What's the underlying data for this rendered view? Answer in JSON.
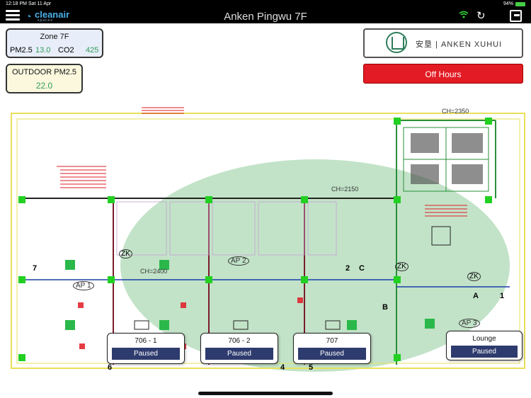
{
  "status_bar": {
    "time": "12:18 PM",
    "date": "Sat 11 Apr",
    "battery": "94%"
  },
  "header": {
    "title": "Anken Pingwu 7F",
    "logo_text": "cleanair",
    "logo_sub": "spaces",
    "icons": {
      "menu": "menu-icon",
      "wifi": "wifi-icon",
      "refresh": "refresh-icon",
      "exit": "exit-icon"
    }
  },
  "zone_card": {
    "name": "Zone 7F",
    "pm25_label": "PM2.5",
    "pm25_value": "13.0",
    "co2_label": "CO2",
    "co2_value": "425"
  },
  "outdoor_card": {
    "label": "OUTDOOR PM2.5",
    "value": "22.0"
  },
  "brand": {
    "text": "安垦 | ANKEN XUHUI"
  },
  "status_button": {
    "label": "Off Hours",
    "color": "#e21b24"
  },
  "floor_plan": {
    "labels": {
      "ch_2350": "CH=2350",
      "ch_2150": "CH=2150",
      "ch_2400": "CH=2400"
    },
    "ap_labels": [
      "AP 1",
      "AP 2",
      "AP 3"
    ],
    "zk_labels": [
      "ZK",
      "ZK",
      "ZK"
    ],
    "pin_labels": [
      "2",
      "C",
      "A",
      "B",
      "1",
      "4",
      "5",
      "6",
      "7"
    ]
  },
  "zones": [
    {
      "name": "706 - 1",
      "status": "Paused"
    },
    {
      "name": "706 - 2",
      "status": "Paused"
    },
    {
      "name": "707",
      "status": "Paused"
    },
    {
      "name": "Lounge",
      "status": "Paused"
    }
  ],
  "colors": {
    "accent": "#2e3b6e",
    "green": "#2e9c58",
    "alert": "#e21b24"
  }
}
